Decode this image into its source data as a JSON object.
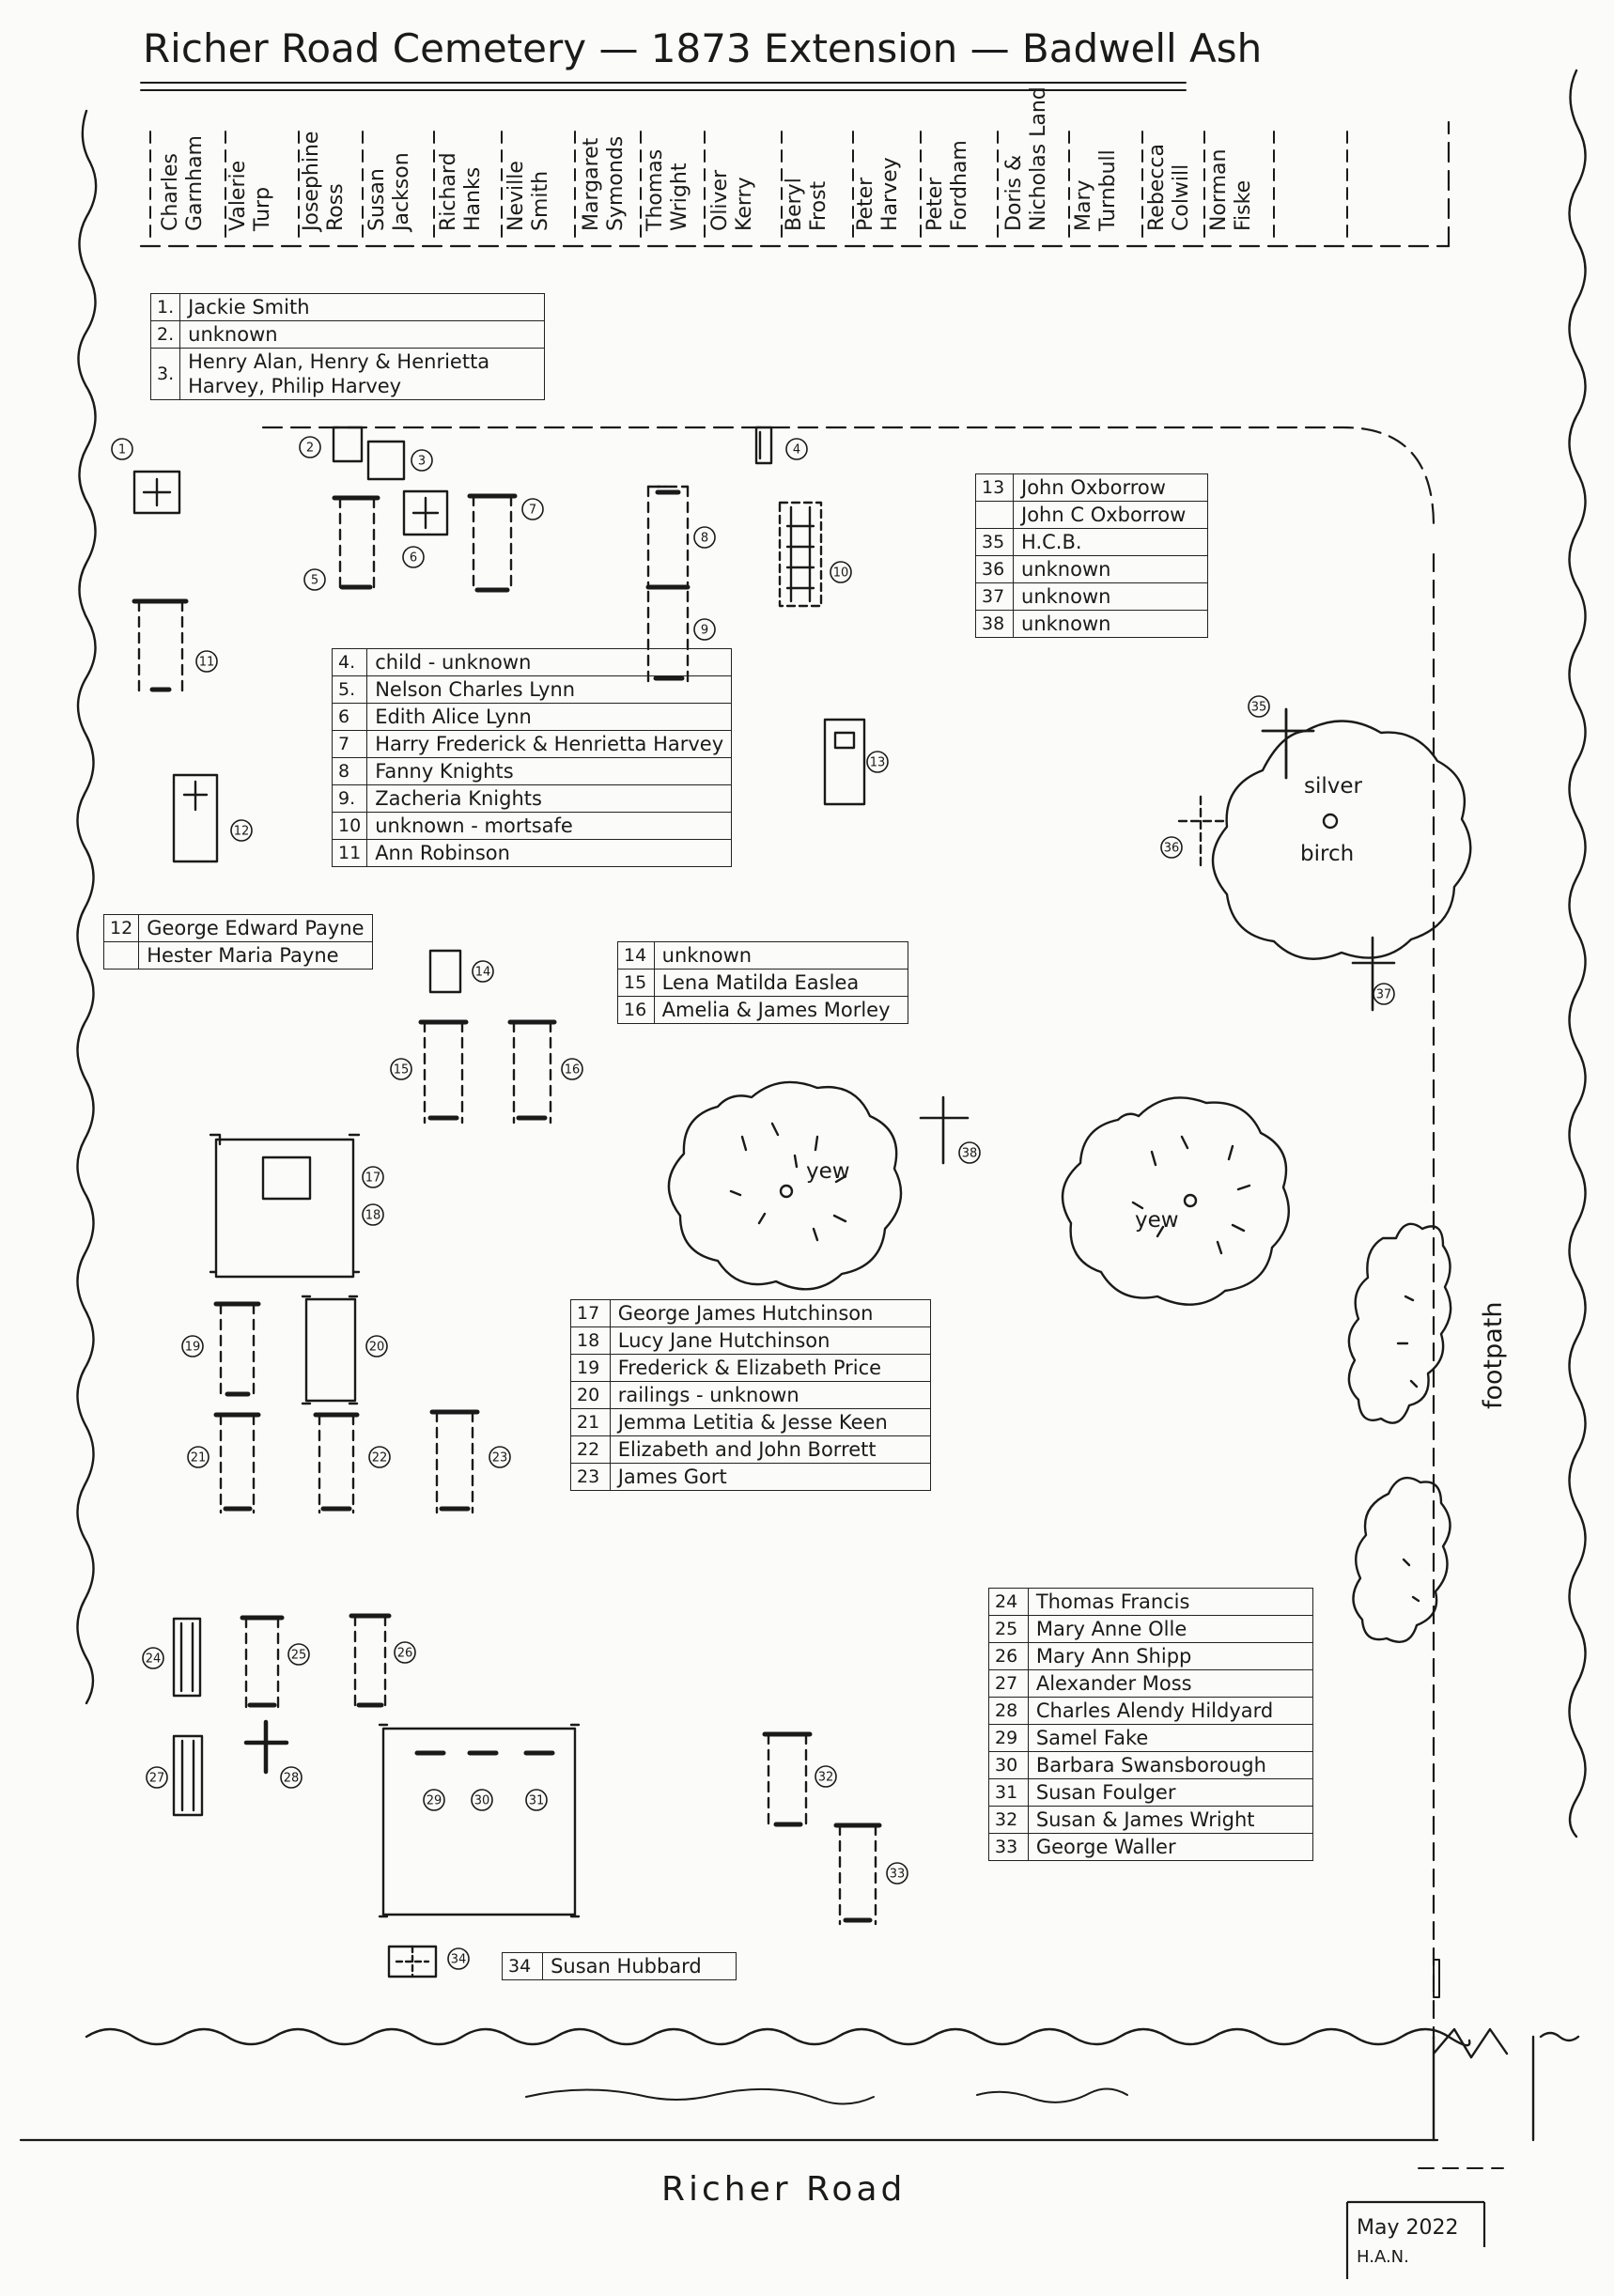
{
  "title": "Richer Road Cemetery — 1873 Extension — Badwell Ash",
  "top_row_names": [
    "Charles Garnham",
    "Valerie Turp",
    "Josephine Ross",
    "Susan Jackson",
    "Richard Hanks",
    "Neville Smith",
    "Margaret Symonds",
    "Thomas Wright",
    "Oliver Kerry",
    "Beryl Frost",
    "Peter Harvey",
    "Peter Fordham",
    "Doris & Nicholas Land",
    "Mary Turnbull",
    "Rebecca Colwill",
    "Norman Fiske"
  ],
  "legends": [
    {
      "rows": [
        {
          "n": "1.",
          "name": "Jackie Smith"
        },
        {
          "n": "2.",
          "name": "unknown"
        },
        {
          "n": "3.",
          "name": "Henry Alan, Henry & Henrietta Harvey, Philip Harvey"
        }
      ]
    },
    {
      "rows": [
        {
          "n": "4.",
          "name": "child - unknown"
        },
        {
          "n": "5.",
          "name": "Nelson Charles Lynn"
        },
        {
          "n": "6",
          "name": "Edith Alice Lynn"
        },
        {
          "n": "7",
          "name": "Harry Frederick & Henrietta Harvey"
        },
        {
          "n": "8",
          "name": "Fanny Knights"
        },
        {
          "n": "9.",
          "name": "Zacheria Knights"
        },
        {
          "n": "10",
          "name": "unknown - mortsafe"
        },
        {
          "n": "11",
          "name": "Ann Robinson"
        }
      ]
    },
    {
      "rows": [
        {
          "n": "12",
          "name": "George Edward Payne"
        },
        {
          "n": "",
          "name": "Hester Maria Payne"
        }
      ]
    },
    {
      "rows": [
        {
          "n": "13",
          "name": "John Oxborrow"
        },
        {
          "n": "",
          "name": "John C Oxborrow"
        },
        {
          "n": "35",
          "name": "H.C.B."
        },
        {
          "n": "36",
          "name": "unknown"
        },
        {
          "n": "37",
          "name": "unknown"
        },
        {
          "n": "38",
          "name": "unknown"
        }
      ]
    },
    {
      "rows": [
        {
          "n": "14",
          "name": "unknown"
        },
        {
          "n": "15",
          "name": "Lena Matilda Easlea"
        },
        {
          "n": "16",
          "name": "Amelia & James Morley"
        }
      ]
    },
    {
      "rows": [
        {
          "n": "17",
          "name": "George James Hutchinson"
        },
        {
          "n": "18",
          "name": "Lucy Jane Hutchinson"
        },
        {
          "n": "19",
          "name": "Frederick & Elizabeth Price"
        },
        {
          "n": "20",
          "name": "railings - unknown"
        },
        {
          "n": "21",
          "name": "Jemma Letitia & Jesse Keen"
        },
        {
          "n": "22",
          "name": "Elizabeth and John Borrett"
        },
        {
          "n": "23",
          "name": "James Gort"
        }
      ]
    },
    {
      "rows": [
        {
          "n": "24",
          "name": "Thomas Francis"
        },
        {
          "n": "25",
          "name": "Mary Anne Olle"
        },
        {
          "n": "26",
          "name": "Mary Ann Shipp"
        },
        {
          "n": "27",
          "name": "Alexander Moss"
        },
        {
          "n": "28",
          "name": "Charles Alendy Hildyard"
        },
        {
          "n": "29",
          "name": "Samel Fake"
        },
        {
          "n": "30",
          "name": "Barbara Swansborough"
        },
        {
          "n": "31",
          "name": "Susan Foulger"
        },
        {
          "n": "32",
          "name": "Susan & James Wright"
        },
        {
          "n": "33",
          "name": "George Waller"
        }
      ]
    },
    {
      "rows": [
        {
          "n": "34",
          "name": "Susan Hubbard"
        }
      ]
    }
  ],
  "grave_numbers": [
    "1",
    "2",
    "3",
    "4",
    "5",
    "6",
    "7",
    "8",
    "9",
    "10",
    "11",
    "12",
    "13",
    "14",
    "15",
    "16",
    "17",
    "18",
    "19",
    "20",
    "21",
    "22",
    "23",
    "24",
    "25",
    "26",
    "27",
    "28",
    "29",
    "30",
    "31",
    "32",
    "33",
    "34",
    "35",
    "36",
    "37",
    "38"
  ],
  "trees": {
    "silver_birch_1": "silver",
    "silver_birch_2": "birch",
    "yew": "yew"
  },
  "footpath_label": "footpath",
  "road_label": "Richer Road",
  "signature": {
    "date": "May 2022",
    "initials": "H.A.N."
  }
}
